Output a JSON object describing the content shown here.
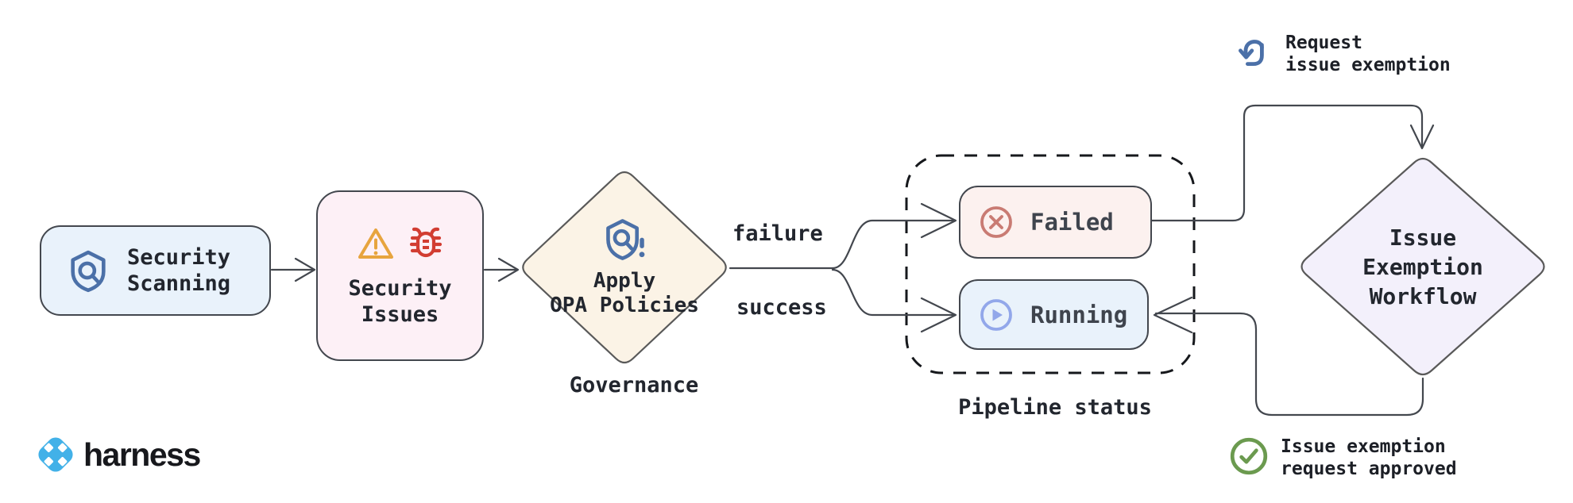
{
  "brand": {
    "name": "harness"
  },
  "nodes": {
    "security_scanning": {
      "line1": "Security",
      "line2": "Scanning"
    },
    "security_issues": {
      "line1": "Security",
      "line2": "Issues"
    },
    "governance": {
      "line1": "Apply",
      "line2": "OPA Policies",
      "caption": "Governance"
    },
    "pipeline_status": {
      "caption": "Pipeline status",
      "failed_label": "Failed",
      "running_label": "Running"
    },
    "issue_exemption": {
      "line1": "Issue",
      "line2": "Exemption",
      "line3": "Workflow"
    }
  },
  "edge_labels": {
    "failure": "failure",
    "success": "success"
  },
  "annotations": {
    "request_exemption": {
      "line1": "Request",
      "line2": "issue exemption"
    },
    "request_approved": {
      "line1": "Issue exemption",
      "line2": "request approved"
    }
  },
  "icons": {
    "security_scanning": "shield-search-icon",
    "security_issues": [
      "warning-triangle-icon",
      "bug-icon"
    ],
    "governance": "shield-alert-icon",
    "failed": "circle-x-icon",
    "running": "circle-play-icon",
    "request_exemption": "tap-gesture-icon",
    "request_approved": "circle-check-icon",
    "brand": "harness-logo-icon"
  },
  "colors": {
    "connector": "#43474e",
    "node_border": "#43474e",
    "diamond_border": "#595959",
    "dashed_border": "#16181c",
    "text": "#22262e",
    "security_scanning_fill": "#e9f2fb",
    "security_issues_fill": "#fdf0f6",
    "governance_fill": "#fbf3e6",
    "failed_fill": "#fcf1ef",
    "running_fill": "#e9f2fb",
    "issue_exemption_fill": "#f3f0fb",
    "shield_blue": "#4b70a8",
    "warning_orange": "#e7a43e",
    "bug_red": "#d23d32",
    "failed_icon": "#c97b73",
    "running_icon": "#92a7ea",
    "approved_green": "#6b9a4f",
    "logo_blue": "#42b1e8"
  }
}
